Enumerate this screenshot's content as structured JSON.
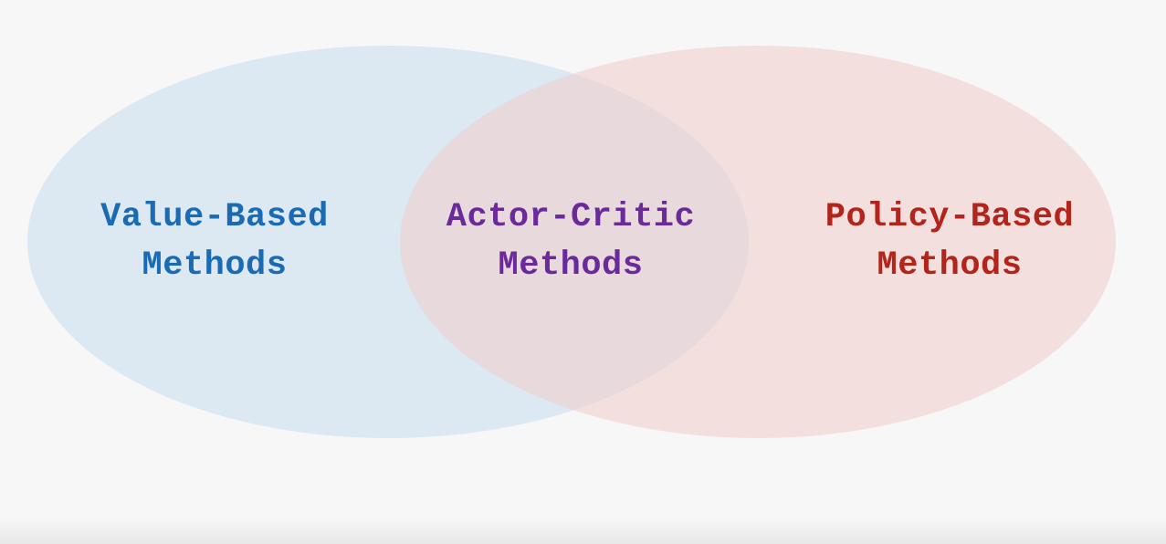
{
  "colors": {
    "background": "#f7f7f7",
    "value_fill": "#dce9f4",
    "policy_fill": "#f3dcdc",
    "value_text": "#1a6bb5",
    "actor_text": "#6a2a9a",
    "policy_text": "#b3241a"
  },
  "sets": {
    "value": {
      "line1": "Value-Based",
      "line2": "Methods"
    },
    "intersection": {
      "line1": "Actor-Critic",
      "line2": "Methods"
    },
    "policy": {
      "line1": "Policy-Based",
      "line2": "Methods"
    }
  }
}
